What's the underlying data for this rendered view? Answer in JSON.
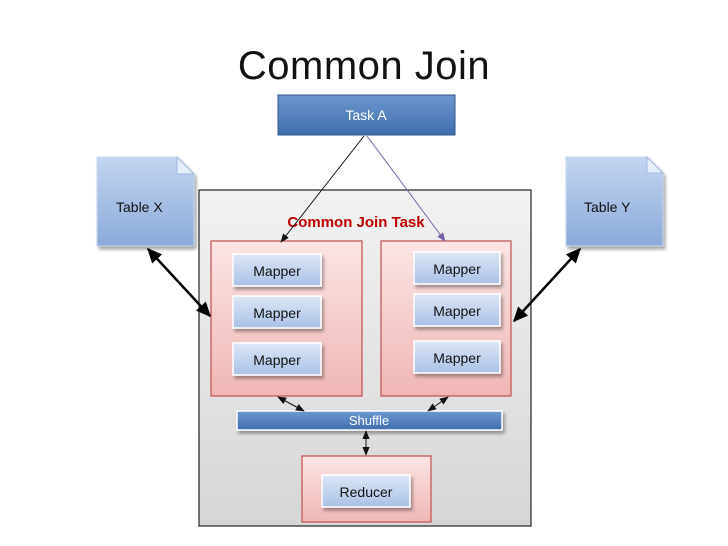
{
  "title": "Common Join",
  "task_a": "Task A",
  "table_x": "Table X",
  "table_y": "Table Y",
  "common_join_task": "Common Join Task",
  "mappers_left": [
    "Mapper",
    "Mapper",
    "Mapper"
  ],
  "mappers_right": [
    "Mapper",
    "Mapper",
    "Mapper"
  ],
  "shuffle": "Shuffle",
  "reducer": "Reducer",
  "colors": {
    "task_fill": "#4f81bd",
    "task_stroke": "#385d8a",
    "table_fill": "#a7bfe6",
    "panel_fill": "#e6e6e6",
    "group_fill": "#f6d0cf",
    "group_stroke": "#c0504d",
    "mapper_fill": "#c5d5ee",
    "accent_text": "#c00000"
  }
}
